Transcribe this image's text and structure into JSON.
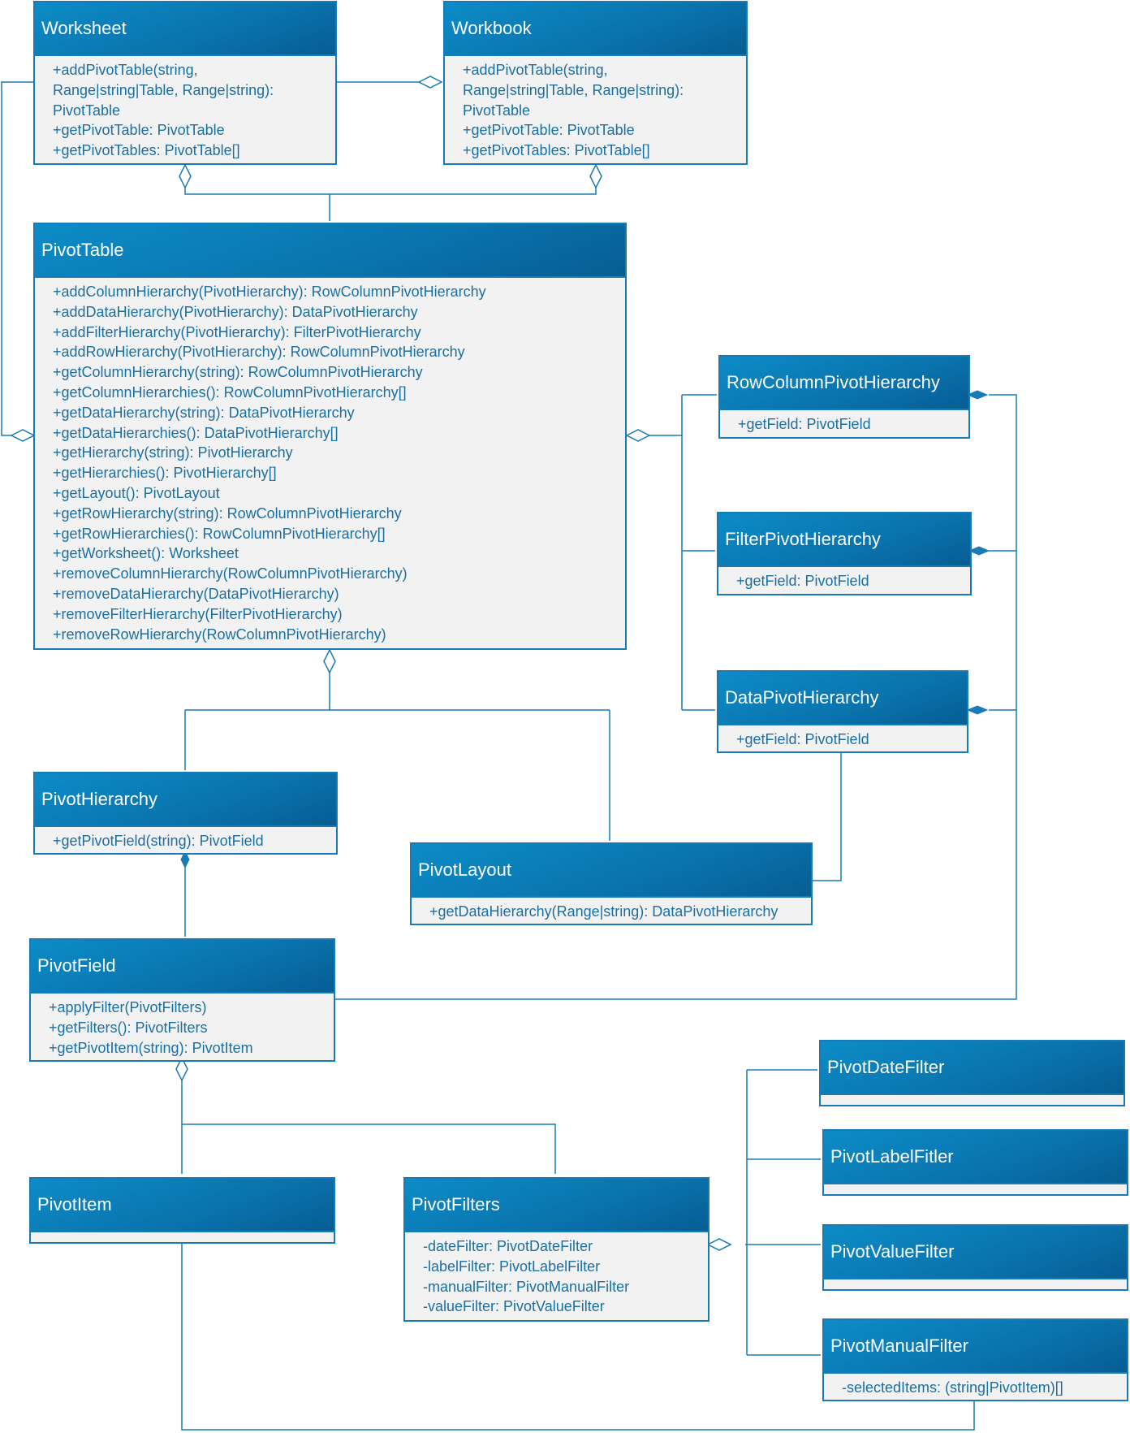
{
  "diagram": {
    "classes": {
      "worksheet": {
        "name": "Worksheet",
        "members": [
          "+addPivotTable(string,",
          "Range|string|Table, Range|string):",
          "PivotTable",
          "+getPivotTable: PivotTable",
          "+getPivotTables: PivotTable[]"
        ]
      },
      "workbook": {
        "name": "Workbook",
        "members": [
          "+addPivotTable(string,",
          "Range|string|Table, Range|string):",
          "PivotTable",
          "+getPivotTable: PivotTable",
          "+getPivotTables: PivotTable[]"
        ]
      },
      "pivottable": {
        "name": "PivotTable",
        "members": [
          "+addColumnHierarchy(PivotHierarchy): RowColumnPivotHierarchy",
          "+addDataHierarchy(PivotHierarchy): DataPivotHierarchy",
          "+addFilterHierarchy(PivotHierarchy): FilterPivotHierarchy",
          "+addRowHierarchy(PivotHierarchy): RowColumnPivotHierarchy",
          "+getColumnHierarchy(string): RowColumnPivotHierarchy",
          "+getColumnHierarchies(): RowColumnPivotHierarchy[]",
          "+getDataHierarchy(string): DataPivotHierarchy",
          "+getDataHierarchies(): DataPivotHierarchy[]",
          "+getHierarchy(string): PivotHierarchy",
          "+getHierarchies(): PivotHierarchy[]",
          "+getLayout(): PivotLayout",
          "+getRowHierarchy(string): RowColumnPivotHierarchy",
          "+getRowHierarchies(): RowColumnPivotHierarchy[]",
          "+getWorksheet(): Worksheet",
          "+removeColumnHierarchy(RowColumnPivotHierarchy)",
          "+removeDataHierarchy(DataPivotHierarchy)",
          "+removeFilterHierarchy(FilterPivotHierarchy)",
          "+removeRowHierarchy(RowColumnPivotHierarchy)"
        ]
      },
      "rowcolumn": {
        "name": "RowColumnPivotHierarchy",
        "members": [
          "+getField: PivotField"
        ]
      },
      "filterhier": {
        "name": "FilterPivotHierarchy",
        "members": [
          "+getField: PivotField"
        ]
      },
      "datahier": {
        "name": "DataPivotHierarchy",
        "members": [
          "+getField: PivotField"
        ]
      },
      "pivothier": {
        "name": "PivotHierarchy",
        "members": [
          "+getPivotField(string): PivotField"
        ]
      },
      "pivotlayout": {
        "name": "PivotLayout",
        "members": [
          "+getDataHierarchy(Range|string): DataPivotHierarchy"
        ]
      },
      "pivotfield": {
        "name": "PivotField",
        "members": [
          "+applyFilter(PivotFilters)",
          "+getFilters(): PivotFilters",
          "+getPivotItem(string): PivotItem"
        ]
      },
      "pivotitem": {
        "name": "PivotItem",
        "members": []
      },
      "pivotfilters": {
        "name": "PivotFilters",
        "members": [
          "-dateFilter: PivotDateFilter",
          "-labelFilter: PivotLabelFilter",
          "-manualFilter: PivotManualFilter",
          "-valueFilter: PivotValueFilter"
        ]
      },
      "datefilter": {
        "name": "PivotDateFilter",
        "members": []
      },
      "labelfilter": {
        "name": "PivotLabelFitler",
        "members": []
      },
      "valuefilter": {
        "name": "PivotValueFilter",
        "members": []
      },
      "manualfilter": {
        "name": "PivotManualFilter",
        "members": [
          "-selectedItems: (string|PivotItem)[]"
        ]
      }
    },
    "colors": {
      "header": "#0a73ad",
      "border": "#1a7ab5",
      "text": "#1a6fa3",
      "body": "#f2f2f2"
    }
  }
}
